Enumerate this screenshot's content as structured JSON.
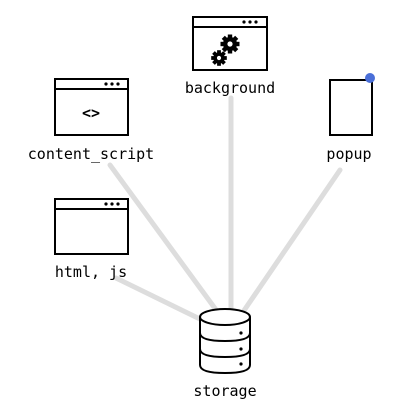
{
  "diagram": {
    "nodes": {
      "background": {
        "label": "background",
        "icon": "browser-window-gears-icon"
      },
      "content_script": {
        "label": "content_script",
        "icon": "browser-window-code-icon"
      },
      "popup": {
        "label": "popup",
        "icon": "popup-page-icon"
      },
      "html_js": {
        "label": "html, js",
        "icon": "browser-window-icon"
      },
      "storage": {
        "label": "storage",
        "icon": "database-icon"
      }
    },
    "edges": [
      {
        "from": "background",
        "to": "storage"
      },
      {
        "from": "content_script",
        "to": "storage"
      },
      {
        "from": "popup",
        "to": "storage"
      },
      {
        "from": "html_js",
        "to": "storage"
      }
    ],
    "code_symbol": "<>",
    "colors": {
      "edge": "#dddddd",
      "stroke": "#000000",
      "popup_dot": "#4a6fd8",
      "background": "#ffffff"
    }
  }
}
